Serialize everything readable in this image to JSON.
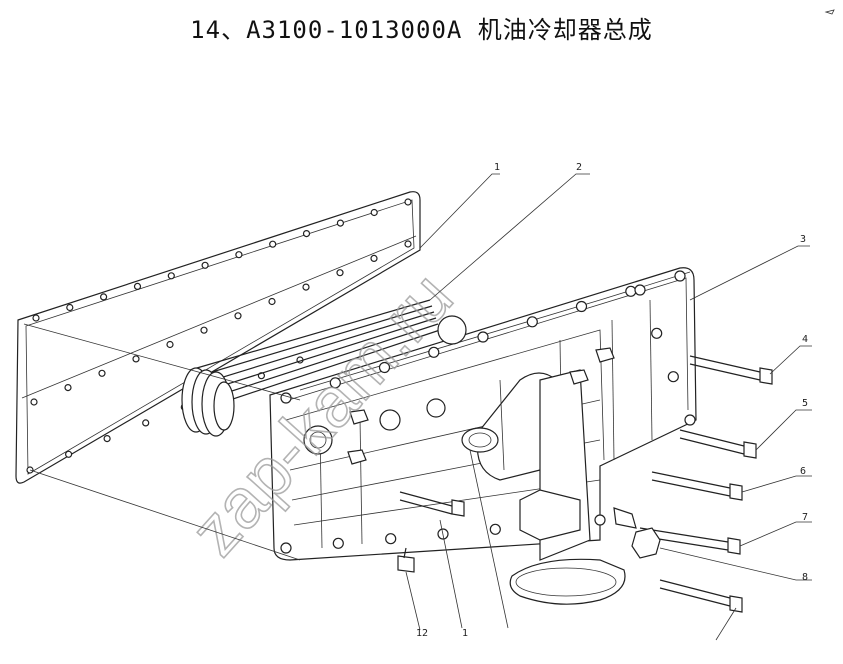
{
  "title": "14、A3100-1013000A 机油冷却器总成",
  "watermark": "zap-kam.ru",
  "callouts": [
    "1",
    "2",
    "3",
    "4",
    "5",
    "6",
    "7",
    "8",
    "12",
    "1",
    "",
    ""
  ]
}
